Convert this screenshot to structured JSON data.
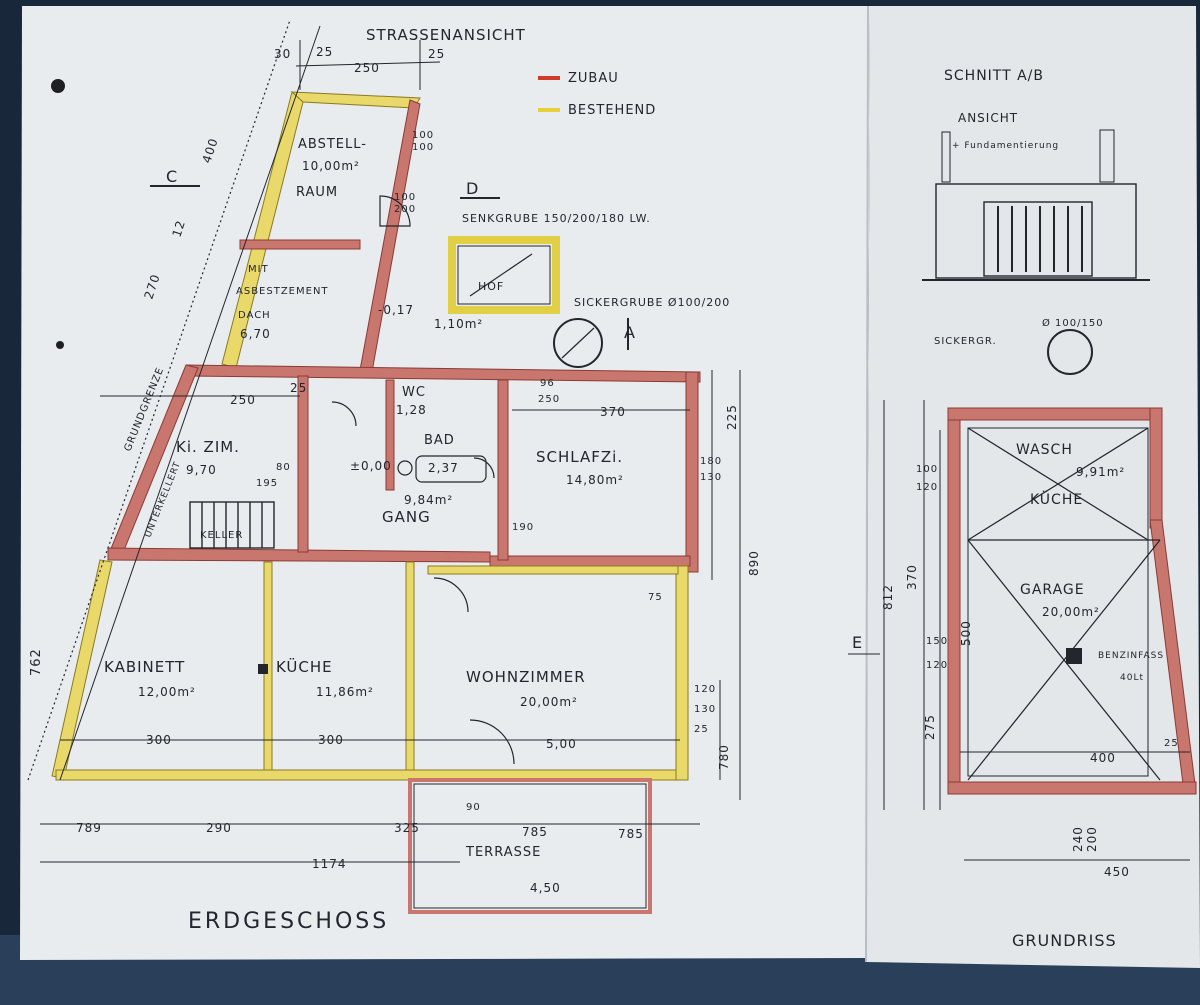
{
  "legend": {
    "new_label": "ZUBAU",
    "existing_label": "BESTEHEND",
    "new_color": "#c8766e",
    "existing_color": "#e9d86a"
  },
  "titles": {
    "street_view": "STRASSENANSICHT",
    "ground_floor": "ERDGESCHOSS",
    "section": "SCHNITT A/B",
    "elevation": "ANSICHT",
    "elevation_note": "+ Fundamentierung",
    "floor_plan": "GRUNDRISS"
  },
  "markers": {
    "c": "C",
    "d": "D",
    "a": "A",
    "e": "E"
  },
  "notes": {
    "cesspit": "SENKGRUBE 150/200/180 LW.",
    "soakaway": "SICKERGRUBE Ø100/200",
    "soakaway_short": "SICKERGR.",
    "soakaway_dim": "Ø 100/150",
    "boundary": "GRUNDGRENZE",
    "cellar": "UNTERKELLERT",
    "cellar_stairs": "KELLER"
  },
  "rooms": {
    "storage": {
      "name": "ABSTELL-",
      "name2": "RAUM",
      "area": "10,00m²"
    },
    "roof": {
      "name": "MIT",
      "name2": "ASBESTZEMENT",
      "name3": "DACH",
      "area": "6,70"
    },
    "yard": {
      "name": "HOF",
      "area": "1,10m²"
    },
    "children": {
      "name": "Ki. ZIM.",
      "area": "9,70"
    },
    "wc": {
      "name": "WC",
      "area": "1,28"
    },
    "bath": {
      "name": "BAD",
      "area": "2,37"
    },
    "hallway": {
      "name": "GANG",
      "area": "9,84m²"
    },
    "bedroom": {
      "name": "SCHLAFZi.",
      "area": "14,80m²"
    },
    "cabinet": {
      "name": "KABINETT",
      "area": "12,00m²"
    },
    "kitchen": {
      "name": "KÜCHE",
      "area": "11,86m²"
    },
    "living": {
      "name": "WOHNZIMMER",
      "area": "20,00m²"
    },
    "terrace": {
      "name": "TERRASSE",
      "dim": "4,50"
    },
    "laundry": {
      "name": "WASCH",
      "area": "9,91m²"
    },
    "kitchen2": {
      "name": "KÜCHE"
    },
    "garage": {
      "name": "GARAGE",
      "area": "20,00m²"
    },
    "fuel": {
      "name": "BENZINFASS",
      "size": "40Lt"
    }
  },
  "dimensions": {
    "top_a": "25",
    "top_b": "250",
    "top_c": "25",
    "top_d": "30",
    "left_400": "400",
    "left_12": "12",
    "left_270": "270",
    "d100a": "100",
    "d100b": "100",
    "d100c": "100",
    "d200": "200",
    "level": "-0,17",
    "level0": "±0,00",
    "d250": "250",
    "d25": "25",
    "d80": "80",
    "d195": "195",
    "d370": "370",
    "d225": "225",
    "d180": "180",
    "d130": "130",
    "d890": "890",
    "d300a": "300",
    "d300b": "300",
    "d500": "5,00",
    "d120": "120",
    "d130b": "130",
    "d25b": "25",
    "d780": "780",
    "d789": "789",
    "d290": "290",
    "d325": "325",
    "d1174": "1174",
    "d785a": "785",
    "d785b": "785",
    "d90": "90",
    "d762": "762",
    "d812": "812",
    "d370b": "370",
    "d275": "275",
    "d150": "150",
    "d120b": "120",
    "d100r": "100",
    "d120r": "120",
    "d500r": "500",
    "d400r": "400",
    "d25r": "25",
    "d240": "240",
    "d200r": "200",
    "d450": "450",
    "d250r": "250",
    "d75": "75",
    "d96": "96",
    "d190": "190"
  }
}
